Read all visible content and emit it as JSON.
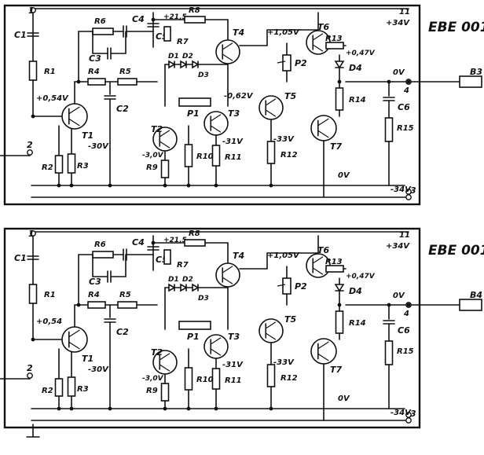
{
  "module_id": "EBE 001",
  "panels": [
    {
      "labels": {
        "term_1": "1",
        "term_2": "2",
        "term_3": "3",
        "term_11": "11",
        "term_4": "4",
        "v_plus34": "+34V",
        "v_0v_out": "0V",
        "v_0v_bottom": "0V",
        "v_minus34": "-34V",
        "v_t1": "+0,54V",
        "v_t1_emitter": "-30V",
        "v_t2": "-3,0V",
        "v_t3": "-31V",
        "v_t7": "-33V",
        "v_p1": "-0,62V",
        "v_t4": "+1,05V",
        "v_d4": "+0,47V",
        "v_c5": "+21,5",
        "C1": "C1",
        "C2": "C2",
        "C3": "C3",
        "C4": "C4",
        "C5": "C5",
        "C6": "C6",
        "R1": "R1",
        "R2": "R2",
        "R3": "R3",
        "R4": "R4",
        "R5": "R5",
        "R6": "R6",
        "R7": "R7",
        "R8": "R8",
        "R9": "R9",
        "R10": "R10",
        "R11": "R11",
        "R12": "R12",
        "R13": "R13",
        "R14": "R14",
        "R15": "R15",
        "T1": "T1",
        "T2": "T2",
        "T3": "T3",
        "T4": "T4",
        "T5": "T5",
        "T6": "T6",
        "T7": "T7",
        "D1": "D1",
        "D2": "D2",
        "D3": "D3",
        "D4": "D4",
        "P1": "P1",
        "P2": "P2",
        "B_conn": "B3"
      }
    },
    {
      "labels": {
        "term_1": "1",
        "term_2": "2",
        "term_3": "3",
        "term_11": "11",
        "term_4": "4",
        "v_plus34": "+34V",
        "v_0v_out": "0V",
        "v_0v_bottom": "0V",
        "v_minus34": "-34V",
        "v_t1": "+0,54",
        "v_t1_emitter": "-30V",
        "v_t2": "-3,0V",
        "v_t3": "-31V",
        "v_t7": "-33V",
        "v_p1": "",
        "v_t4": "+1,05V",
        "v_d4": "+0,47V",
        "v_c5": "+21,5",
        "C1": "C1",
        "C2": "C2",
        "C3": "C3",
        "C4": "C4",
        "C5": "C5",
        "C6": "C6",
        "R1": "R1",
        "R2": "R2",
        "R3": "R3",
        "R4": "R4",
        "R5": "R5",
        "R6": "R6",
        "R7": "R7",
        "R8": "R8",
        "R9": "R9",
        "R10": "R10",
        "R11": "R11",
        "R12": "R12",
        "R13": "R13",
        "R14": "R14",
        "R15": "R15",
        "T1": "T1",
        "T2": "T2",
        "T3": "T3",
        "T4": "T4",
        "T5": "T5",
        "T6": "T6",
        "T7": "T7",
        "D1": "D1",
        "D2": "D2",
        "D3": "D3",
        "D4": "D4",
        "P1": "P1",
        "P2": "P2",
        "B_conn": "B4"
      }
    }
  ]
}
